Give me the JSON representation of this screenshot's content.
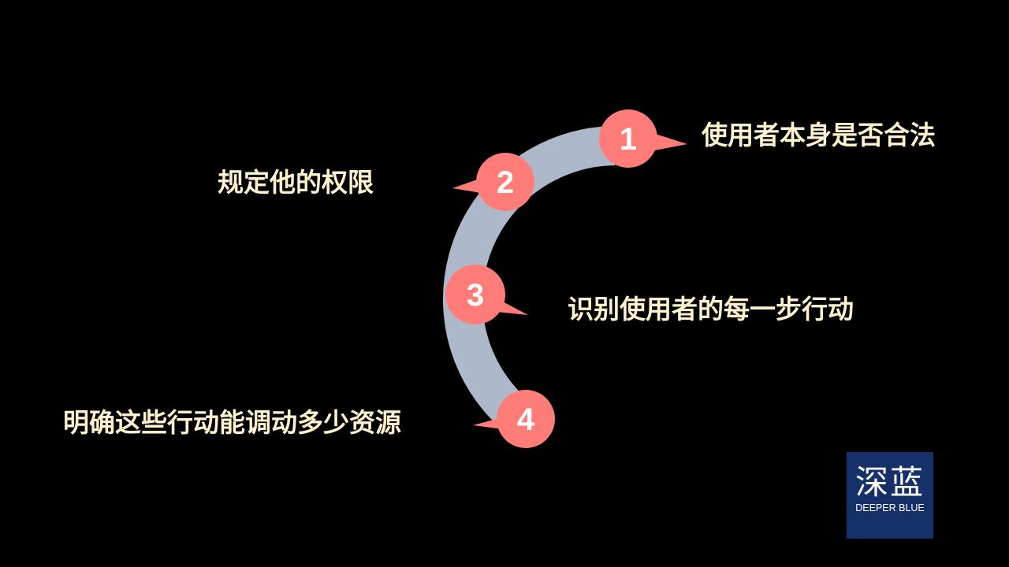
{
  "colors": {
    "arc": "#adb9ca",
    "marker": "#ff7c78",
    "text": "#fff2cc",
    "logo_bg": "#16306a"
  },
  "steps": [
    {
      "number": "1",
      "label": "使用者本身是否合法"
    },
    {
      "number": "2",
      "label": "规定他的权限"
    },
    {
      "number": "3",
      "label": "识别使用者的每一步行动"
    },
    {
      "number": "4",
      "label": "明确这些行动能调动多少资源"
    }
  ],
  "logo": {
    "chinese": "深蓝",
    "english": "DEEPER BLUE"
  }
}
